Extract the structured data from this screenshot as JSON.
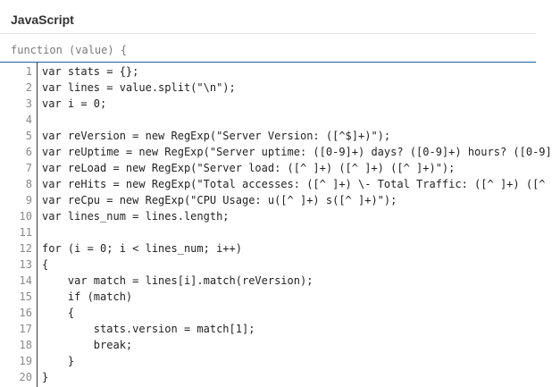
{
  "header": {
    "title": "JavaScript"
  },
  "editor": {
    "signature": "function (value) {",
    "lines": [
      {
        "num": "1",
        "code": "var stats = {};"
      },
      {
        "num": "2",
        "code": "var lines = value.split(\"\\n\");"
      },
      {
        "num": "3",
        "code": "var i = 0;"
      },
      {
        "num": "4",
        "code": ""
      },
      {
        "num": "5",
        "code": "var reVersion = new RegExp(\"Server Version: ([^$]+)\");"
      },
      {
        "num": "6",
        "code": "var reUptime = new RegExp(\"Server uptime: ([0-9]+) days? ([0-9]+) hours? ([0-9]"
      },
      {
        "num": "7",
        "code": "var reLoad = new RegExp(\"Server load: ([^ ]+) ([^ ]+) ([^ ]+)\");"
      },
      {
        "num": "8",
        "code": "var reHits = new RegExp(\"Total accesses: ([^ ]+) \\- Total Traffic: ([^ ]+) ([^"
      },
      {
        "num": "9",
        "code": "var reCpu = new RegExp(\"CPU Usage: u([^ ]+) s([^ ]+)\");"
      },
      {
        "num": "10",
        "code": "var lines_num = lines.length;"
      },
      {
        "num": "11",
        "code": ""
      },
      {
        "num": "12",
        "code": "for (i = 0; i < lines_num; i++)"
      },
      {
        "num": "13",
        "code": "{"
      },
      {
        "num": "14",
        "code": "    var match = lines[i].match(reVersion);"
      },
      {
        "num": "15",
        "code": "    if (match)"
      },
      {
        "num": "16",
        "code": "    {"
      },
      {
        "num": "17",
        "code": "        stats.version = match[1];"
      },
      {
        "num": "18",
        "code": "        break;"
      },
      {
        "num": "19",
        "code": "    }"
      },
      {
        "num": "20",
        "code": "}"
      }
    ]
  }
}
